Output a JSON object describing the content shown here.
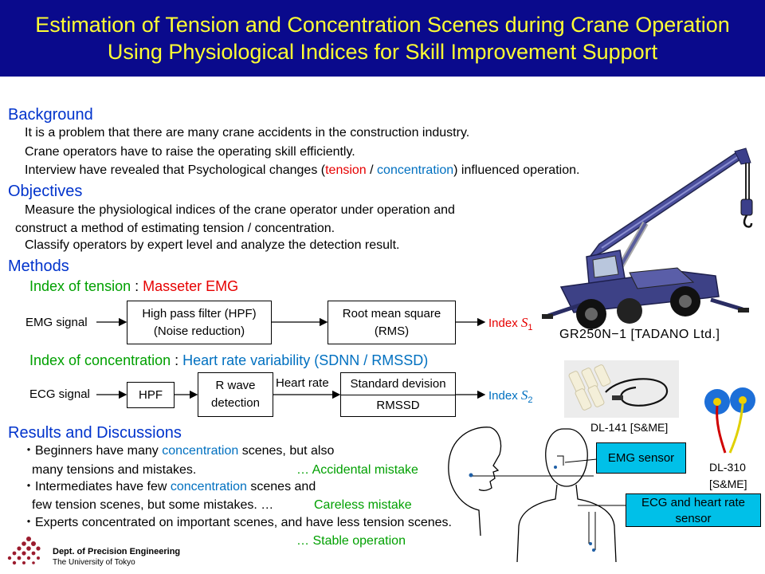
{
  "title": {
    "line1": "Estimation of Tension and Concentration Scenes during Crane Operation",
    "line2": "Using Physiological Indices for Skill Improvement Support"
  },
  "background": {
    "heading": "Background",
    "line1": "It is a problem that there are many crane accidents in the construction industry.",
    "line2": "Crane operators have to raise the operating skill efficiently.",
    "line3_a": "Interview have revealed that Psychological changes (",
    "line3_tension": "tension",
    "line3_sep": " / ",
    "line3_concentration": "concentration",
    "line3_b": ") influenced operation."
  },
  "objectives": {
    "heading": "Objectives",
    "line1": "Measure the physiological indices of the crane operator under operation and",
    "line2": "construct a method of estimating tension / concentration.",
    "line3": "Classify operators by expert level and analyze the detection result."
  },
  "methods": {
    "heading": "Methods",
    "tension": {
      "label": "Index of tension",
      "sep": " : ",
      "value": "Masseter EMG",
      "signal": "EMG signal",
      "box1_line1": "High pass filter (HPF)",
      "box1_line2": "(Noise reduction)",
      "box2_line1": "Root mean square",
      "box2_line2": "(RMS)",
      "index_label": "Index ",
      "index_symbol": "S",
      "index_sub": "1"
    },
    "concentration": {
      "label": "Index of concentration",
      "sep": " : ",
      "value": "Heart rate variability (SDNN / RMSSD)",
      "signal": "ECG signal",
      "box1": "HPF",
      "box2_line1": "R wave",
      "box2_line2": "detection",
      "arrow_label": "Heart rate",
      "box3_line1": "Standard devision",
      "box3_line2": "RMSSD",
      "index_label": "Index ",
      "index_symbol": "S",
      "index_sub": "2"
    }
  },
  "results": {
    "heading": "Results and Discussions",
    "item1_a": "・Beginners have many ",
    "item1_concentration": "concentration",
    "item1_b": " scenes, but also",
    "item1_line2": "many tensions and mistakes.",
    "item1_outcome": "… Accidental mistake",
    "item2_a": "・Intermediates have few ",
    "item2_concentration": "concentration",
    "item2_b": " scenes and",
    "item2_line2": "few tension scenes, but some mistakes. …",
    "item2_outcome": "Careless mistake",
    "item3": "・Experts concentrated on important scenes, and have less tension scenes.",
    "item3_outcome": "… Stable operation"
  },
  "figures": {
    "crane_caption": "GR250N−1 [TADANO Ltd.]",
    "emg_sensor_caption": "DL-141 [S&ME]",
    "ecg_sensor_caption_line1": "DL-310",
    "ecg_sensor_caption_line2": "[S&ME]",
    "emg_label": "EMG sensor",
    "ecg_label": "ECG and heart rate sensor"
  },
  "footer": {
    "dept": "Dept. of Precision Engineering",
    "univ": "The University of Tokyo"
  },
  "colors": {
    "title_bg": "#0a0a8c",
    "title_text": "#ffff33",
    "heading": "#0033cc",
    "tension": "#e60000",
    "concentration": "#0070c0",
    "green": "#00a000",
    "sensor_label": "#00c0e8",
    "logo": "#9b1c2e"
  }
}
